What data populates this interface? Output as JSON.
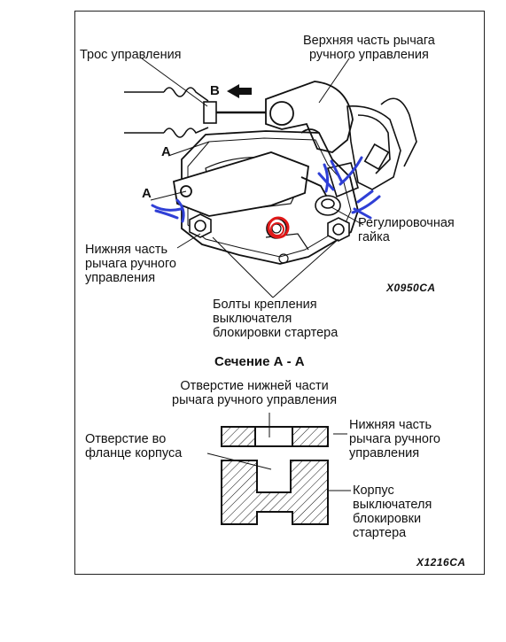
{
  "labels": {
    "cable": "Трос управления",
    "upper_lever": [
      "Верхняя часть рычага",
      "ручного управления"
    ],
    "lower_lever": [
      "Нижняя часть",
      "рычага ручного",
      "управления"
    ],
    "adjust_nut": [
      "Регулировочная",
      "гайка"
    ],
    "bolts": [
      "Болты крепления",
      "выключателя",
      "блокировки стартера"
    ],
    "code_top": "X0950CA",
    "section_title": "Сечение А - А",
    "hole_lower": [
      "Отверстие нижней части",
      "рычага ручного управления"
    ],
    "lower_lever_section": [
      "Нижняя часть",
      "рычага ручного",
      "управления"
    ],
    "hole_flange": [
      "Отверстие во",
      "фланце корпуса"
    ],
    "housing": [
      "Корпус",
      "выключателя",
      "блокировки",
      "стартера"
    ],
    "code_bottom": "X1216CA",
    "letter_a": "A",
    "letter_b": "B"
  },
  "colors": {
    "ink": "#111111",
    "annotation_blue": "#2f3fd6",
    "annotation_red": "#e01818"
  }
}
